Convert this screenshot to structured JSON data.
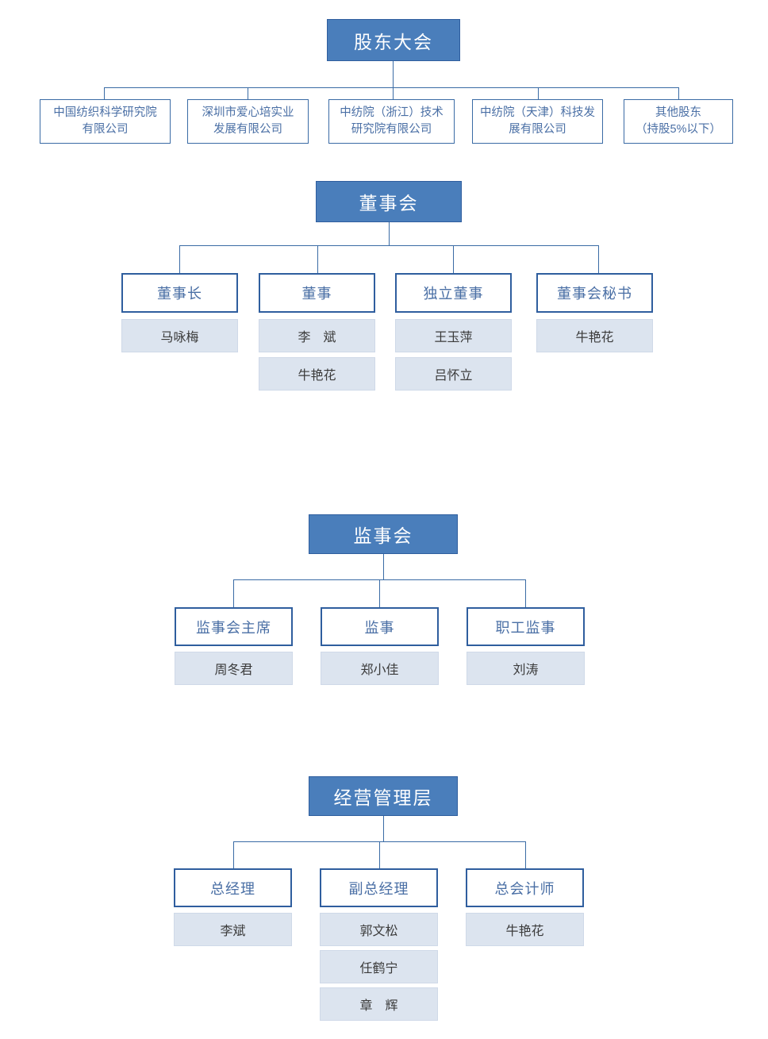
{
  "sections": {
    "shareholders": {
      "header": "股东大会",
      "items": [
        "中国纺织科学研究院有限公司",
        "深圳市爱心培实业发展有限公司",
        "中纺院（浙江）技术研究院有限公司",
        "中纺院（天津）科技发展有限公司",
        "其他股东（持股5%以下）"
      ],
      "items_lines": [
        [
          "中国纺织科学研究院",
          "有限公司"
        ],
        [
          "深圳市爱心培实业",
          "发展有限公司"
        ],
        [
          "中纺院（浙江）技术",
          "研究院有限公司"
        ],
        [
          "中纺院（天津）科技发",
          "展有限公司"
        ],
        [
          "其他股东",
          "（持股5%以下）"
        ]
      ]
    },
    "board": {
      "header": "董事会",
      "roles": [
        {
          "title": "董事长",
          "names": [
            "马咏梅"
          ]
        },
        {
          "title": "董事",
          "names": [
            "李　斌",
            "牛艳花"
          ]
        },
        {
          "title": "独立董事",
          "names": [
            "王玉萍",
            "吕怀立"
          ]
        },
        {
          "title": "董事会秘书",
          "names": [
            "牛艳花"
          ]
        }
      ]
    },
    "supervisors": {
      "header": "监事会",
      "roles": [
        {
          "title": "监事会主席",
          "names": [
            "周冬君"
          ]
        },
        {
          "title": "监事",
          "names": [
            "郑小佳"
          ]
        },
        {
          "title": "职工监事",
          "names": [
            "刘涛"
          ]
        }
      ]
    },
    "management": {
      "header": "经营管理层",
      "roles": [
        {
          "title": "总经理",
          "names": [
            "李斌"
          ]
        },
        {
          "title": "副总经理",
          "names": [
            "郭文松",
            "任鹤宁",
            "章　辉"
          ]
        },
        {
          "title": "总会计师",
          "names": [
            "牛艳花"
          ]
        }
      ]
    }
  },
  "colors": {
    "header_fill": "#4a7ebb",
    "header_border": "#2f5e9e",
    "line": "#3a6ba5",
    "name_fill": "#dce4ef",
    "title_text": "#4a6fa5"
  }
}
